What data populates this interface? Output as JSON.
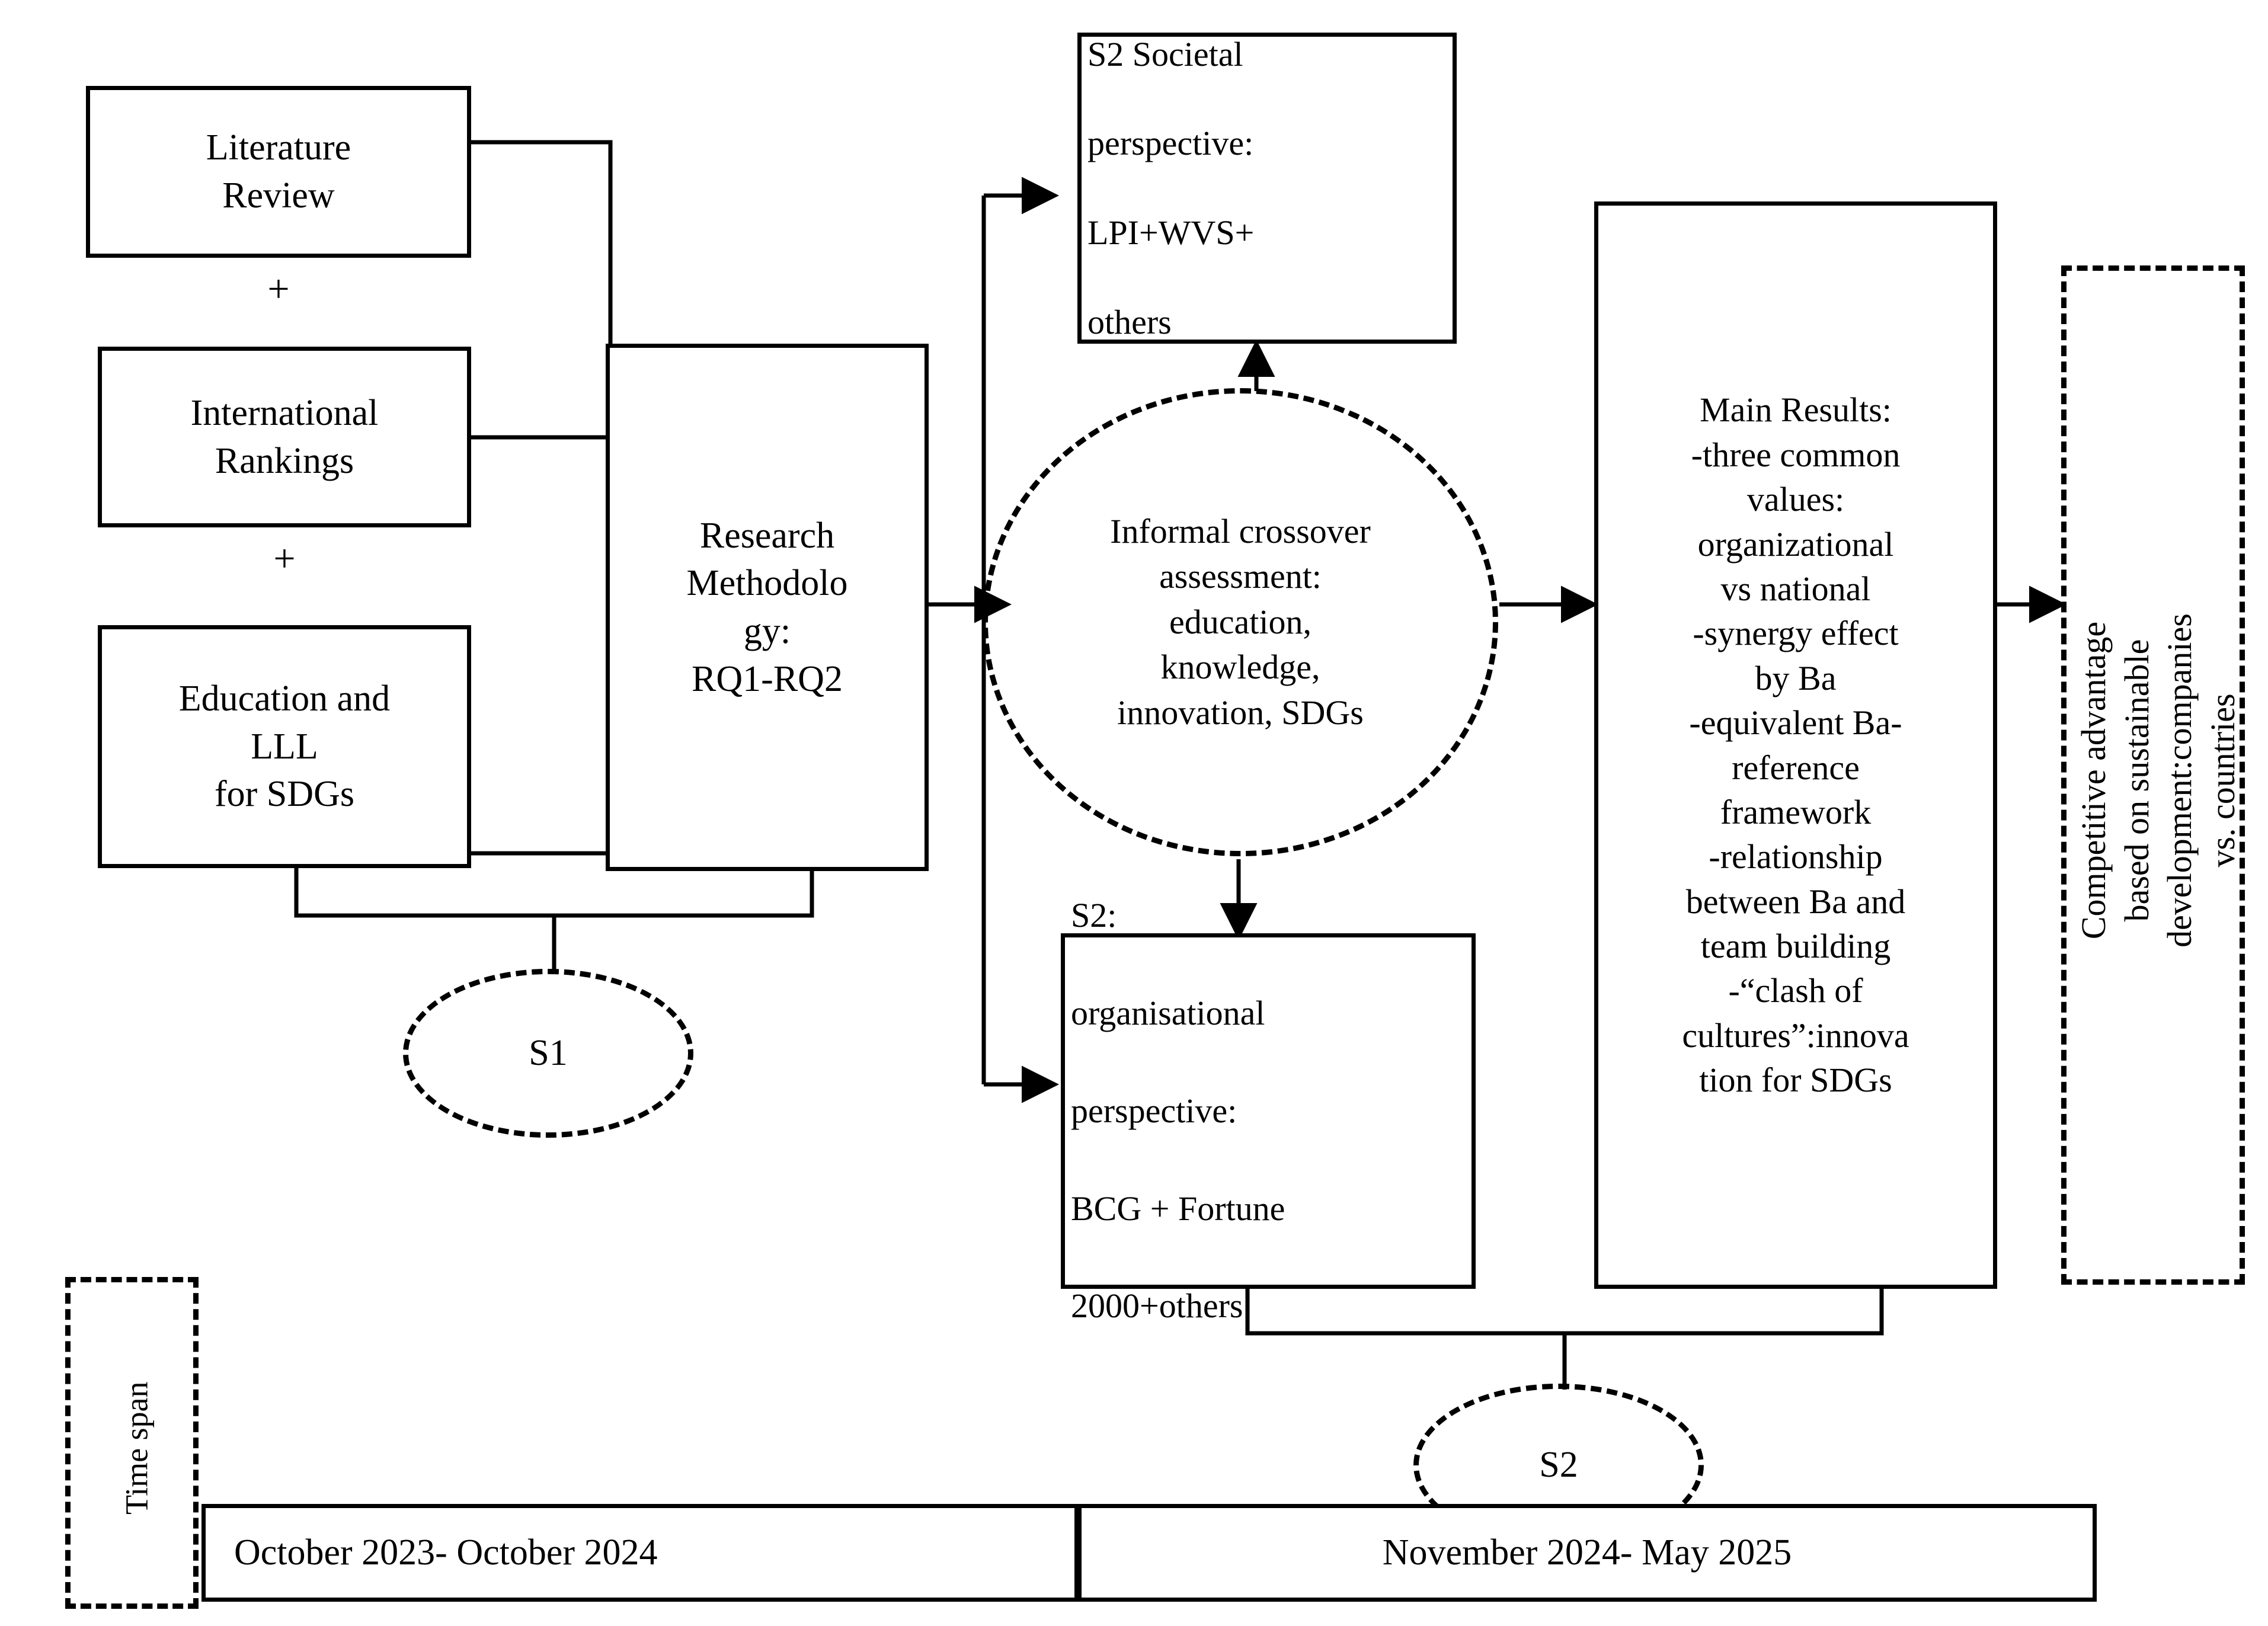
{
  "diagram": {
    "title": "Research design flowchart",
    "accent_color": "#000000",
    "background_color": "#ffffff"
  },
  "inputs": {
    "literature_review": "Literature\nReview",
    "plus_1": "+",
    "international_rankings": "International\nRankings",
    "plus_2": "+",
    "education_lll": "Education and\nLLL\nfor SDGs"
  },
  "methodology": {
    "label": "Research\nMethodolo\ngy:\nRQ1-RQ2"
  },
  "stage_markers": {
    "s1": "S1",
    "s2": "S2"
  },
  "crossover": {
    "label": "Informal crossover\nassessment:\neducation,\nknowledge,\ninnovation, SDGs"
  },
  "societal": {
    "line1": "S2        Societal",
    "line2": "perspective:",
    "line3": "LPI+WVS+",
    "line4": "others"
  },
  "organisational": {
    "line1": "S2:",
    "line2": "organisational",
    "line3": "perspective:",
    "line4": "BCG  +  Fortune",
    "line5": "2000+others"
  },
  "main_results": {
    "label": "Main Results:\n-three common\nvalues:\norganizational\nvs national\n-synergy effect\nby Ba\n-equivalent Ba-\nreference\nframework\n-relationship\nbetween Ba and\nteam building\n-“clash of\ncultures”:innova\ntion for SDGs"
  },
  "outcome": {
    "label": "Competitive advantage based on sustainable\ndevelopment:companies vs. countries"
  },
  "timeline": {
    "axis_label": "Time span",
    "periods": [
      {
        "label": "October  2023- October 2024"
      },
      {
        "label": "November 2024- May 2025"
      }
    ]
  }
}
